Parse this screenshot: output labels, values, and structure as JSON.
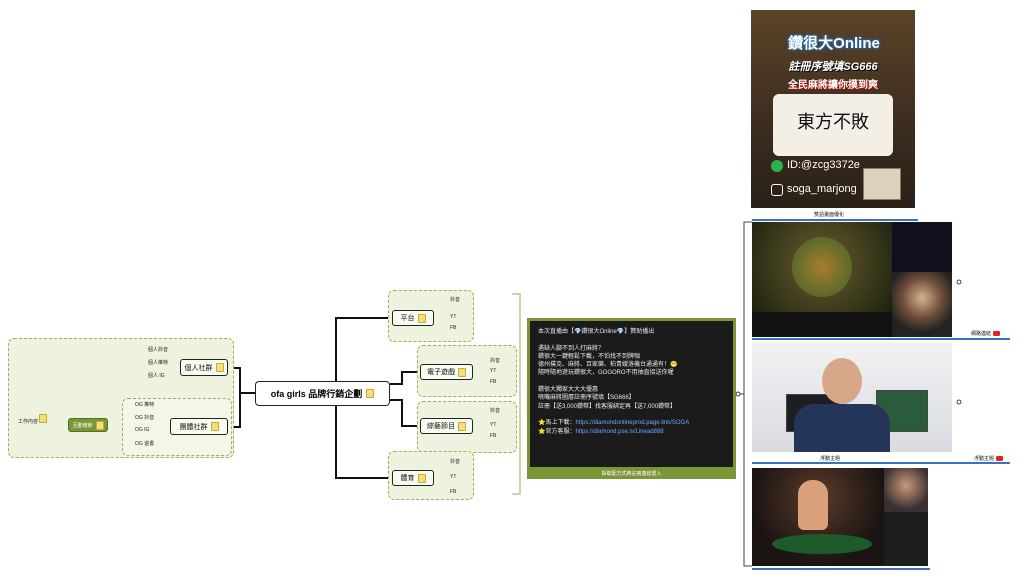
{
  "central": {
    "title": "ofa girls 品牌行銷企劃"
  },
  "left": {
    "work_label": "工作內容",
    "interaction_label": "互動環節",
    "personal_community": "個人社群",
    "group_community": "團體社群",
    "personal_items": [
      "個人抖音",
      "個人推特",
      "個人 IG"
    ],
    "group_items": [
      "OG 推特",
      "OG 抖音",
      "OG IG",
      "OG 遊書"
    ]
  },
  "right": {
    "platform": "平台",
    "platform_items": [
      "抖音",
      "YT",
      "FB"
    ],
    "egaming": "電子遊戲",
    "egaming_items": [
      "抖音",
      "YT",
      "FB"
    ],
    "variety": "綜藝節目",
    "variety_items": [
      "抖音",
      "YT",
      "FB"
    ],
    "sports": "體育",
    "sports_items": [
      "抖音",
      "YT",
      "FB"
    ]
  },
  "panel": {
    "lines": [
      "本次直播由【💎鑽很大Online💎】贊助播出",
      "",
      "遇缺人腳不到人打麻將？",
      "鑽很大一鍵輕鬆下載，不怕找不到牌咖",
      "德州撲克、麻將、百家樂、柏青嫂洛機台通通有！😁",
      "隨時隨地遊玩鑽很大，GOGORO不用抽直接送你喔",
      "",
      "鑽很大獨家大大大優惠",
      "噴嘰麻將圖層註冊序號填【SG666】",
      "註冊【送3,000鑽幣】找客服綁定再【送7,000鑽幣】",
      ""
    ],
    "download_label": "⭐馬上下載：",
    "download_url": "https://diamondonlineprod.page.link/SOGA",
    "service_label": "⭐官方客服：",
    "service_url": "https://diamond.pse.is/Linead888",
    "caption": "採取配方式將註冊連結置入"
  },
  "ad": {
    "brand": "鑽很大Online",
    "line1": "註冊序號填SG666",
    "line2": "全民麻將讓你摸到爽",
    "logo": "東方不敗",
    "line_id": "ID:@zcg3372e",
    "ig_id": "soga_marjong"
  },
  "captions": {
    "ad_caption": "雙語畫面優化",
    "live_caption": "網路連結",
    "video_caption": "浮動主題",
    "video_caption_right": "浮動主題"
  },
  "colors": {
    "accent_green": "#7a9636",
    "youtube_red": "#e52020",
    "link_blue": "#3b6fc2"
  }
}
